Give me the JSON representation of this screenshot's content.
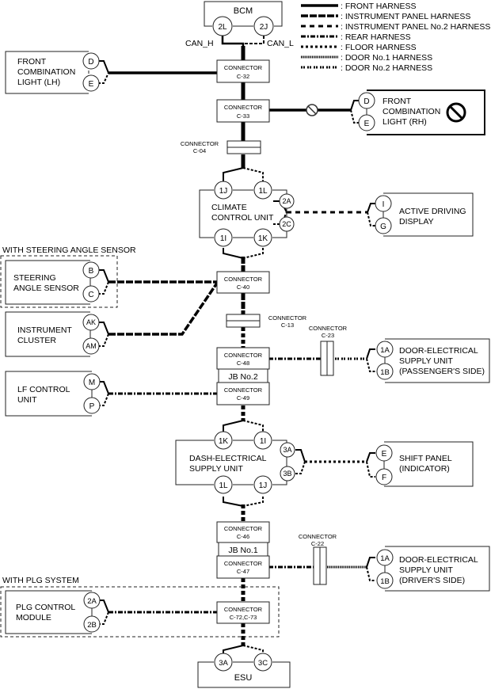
{
  "legend": [
    {
      "style": "front",
      "label": ": FRONT HARNESS"
    },
    {
      "style": "ip",
      "label": ": INSTRUMENT PANEL HARNESS"
    },
    {
      "style": "ip2",
      "label": ": INSTRUMENT PANEL No.2 HARNESS"
    },
    {
      "style": "rear",
      "label": ": REAR HARNESS"
    },
    {
      "style": "floor",
      "label": ": FLOOR HARNESS"
    },
    {
      "style": "door1",
      "label": ": DOOR No.1 HARNESS"
    },
    {
      "style": "door2",
      "label": ": DOOR No.2 HARNESS"
    }
  ],
  "bcm": {
    "name": "BCM",
    "pins": [
      "2L",
      "2J"
    ],
    "can_h": "CAN_H",
    "can_l": "CAN_L"
  },
  "front_light_lh": {
    "lines": [
      "FRONT",
      "COMBINATION",
      "LIGHT (LH)"
    ],
    "pins": [
      "D",
      "E"
    ]
  },
  "front_light_rh": {
    "lines": [
      "FRONT",
      "COMBINATION",
      "LIGHT (RH)"
    ],
    "pins": [
      "D",
      "E"
    ],
    "not_used_icon": "prohibited-icon"
  },
  "connectors": {
    "c32": {
      "title": "CONNECTOR",
      "id": "C-32"
    },
    "c33": {
      "title": "CONNECTOR",
      "id": "C-33"
    },
    "c04": {
      "title": "CONNECTOR",
      "id": "C-04"
    },
    "c40": {
      "title": "CONNECTOR",
      "id": "C-40"
    },
    "c13": {
      "title": "CONNECTOR",
      "id": "C-13"
    },
    "c23": {
      "title": "CONNECTOR",
      "id": "C-23"
    },
    "c48": {
      "title": "CONNECTOR",
      "id": "C-48"
    },
    "c49": {
      "title": "CONNECTOR",
      "id": "C-49"
    },
    "c46": {
      "title": "CONNECTOR",
      "id": "C-46"
    },
    "c47": {
      "title": "CONNECTOR",
      "id": "C-47"
    },
    "c22": {
      "title": "CONNECTOR",
      "id": "C-22"
    },
    "c72": {
      "title": "CONNECTOR",
      "id": "C-72,C-73"
    }
  },
  "jb2": "JB No.2",
  "jb1": "JB No.1",
  "climate": {
    "lines": [
      "CLIMATE",
      "CONTROL UNIT"
    ],
    "pins_top": [
      "1J",
      "1L"
    ],
    "pins_bottom": [
      "1I",
      "1K"
    ],
    "pins_right": [
      "2A",
      "2C"
    ]
  },
  "active_display": {
    "lines": [
      "ACTIVE DRIVING",
      "DISPLAY"
    ],
    "pins": [
      "I",
      "G"
    ]
  },
  "steering_group_label": "WITH STEERING ANGLE SENSOR",
  "steering": {
    "lines": [
      "STEERING",
      "ANGLE SENSOR"
    ],
    "pins": [
      "B",
      "C"
    ]
  },
  "cluster": {
    "lines": [
      "INSTRUMENT",
      "CLUSTER"
    ],
    "pins": [
      "AK",
      "AM"
    ]
  },
  "door_pass": {
    "lines": [
      "DOOR-ELECTRICAL",
      "SUPPLY UNIT",
      "(PASSENGER'S SIDE)"
    ],
    "pins": [
      "1A",
      "1B"
    ]
  },
  "lf": {
    "lines": [
      "LF CONTROL",
      "UNIT"
    ],
    "pins": [
      "M",
      "P"
    ]
  },
  "dash": {
    "lines": [
      "DASH-ELECTRICAL",
      "SUPPLY UNIT"
    ],
    "pins_top": [
      "1K",
      "1I"
    ],
    "pins_bottom": [
      "1L",
      "1J"
    ],
    "pins_right": [
      "3A",
      "3B"
    ]
  },
  "shift": {
    "lines": [
      "SHIFT PANEL",
      "(INDICATOR)"
    ],
    "pins": [
      "E",
      "F"
    ]
  },
  "door_drv": {
    "lines": [
      "DOOR-ELECTRICAL",
      "SUPPLY UNIT",
      "(DRIVER'S SIDE)"
    ],
    "pins": [
      "1A",
      "1B"
    ]
  },
  "plg_group_label": "WITH PLG SYSTEM",
  "plg": {
    "lines": [
      "PLG CONTROL",
      "MODULE"
    ],
    "pins": [
      "2A",
      "2B"
    ]
  },
  "esu": {
    "name": "ESU",
    "pins": [
      "3A",
      "3C"
    ]
  }
}
